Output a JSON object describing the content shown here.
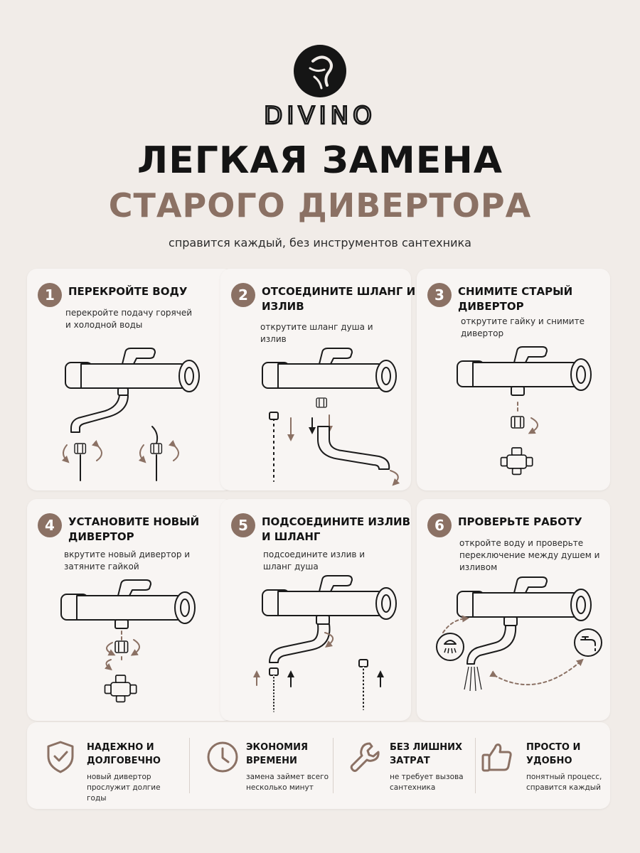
{
  "brand": {
    "name": "DIVINO"
  },
  "header": {
    "title_line1": "ЛЕГКАЯ ЗАМЕНА",
    "title_line2": "СТАРОГО ДИВЕРТОРА",
    "subtitle": "справится каждый, без инструментов сантехника"
  },
  "colors": {
    "accent": "#8b7164",
    "background": "#f1ece8",
    "card": "#f8f5f3",
    "text": "#141414"
  },
  "steps": [
    {
      "number": "1",
      "title": "ПЕРЕКРОЙТЕ ВОДУ",
      "description": "перекройте подачу горячей и холодной воды",
      "icon": "faucet-shutoff-icon"
    },
    {
      "number": "2",
      "title": "ОТСОЕДИНИТЕ ШЛАНГ И ИЗЛИВ",
      "description": "открутите шланг душа и излив",
      "icon": "faucet-disconnect-icon"
    },
    {
      "number": "3",
      "title": "СНИМИТЕ СТАРЫЙ ДИВЕРТОР",
      "description": "открутите гайку и снимите дивертор",
      "icon": "diverter-remove-icon"
    },
    {
      "number": "4",
      "title": "УСТАНОВИТЕ НОВЫЙ ДИВЕРТОР",
      "description": "вкрутите новый дивертор и затяните гайкой",
      "icon": "diverter-install-icon"
    },
    {
      "number": "5",
      "title": "ПОДСОЕДИНИТЕ ИЗЛИВ И ШЛАНГ",
      "description": "подсоедините излив и шланг душа",
      "icon": "faucet-connect-icon"
    },
    {
      "number": "6",
      "title": "ПРОВЕРЬТЕ РАБОТУ",
      "description": "откройте воду и проверьте переключение между душем и изливом",
      "icon": "faucet-check-icon"
    }
  ],
  "benefits": [
    {
      "title": "НАДЕЖНО И ДОЛГОВЕЧНО",
      "description": "новый дивертор прослужит долгие годы",
      "icon": "shield-check-icon"
    },
    {
      "title": "ЭКОНОМИЯ ВРЕМЕНИ",
      "description": "замена займет всего несколько минут",
      "icon": "clock-icon"
    },
    {
      "title": "БЕЗ ЛИШНИХ ЗАТРАТ",
      "description": "не требует вызова сантехника",
      "icon": "wrench-icon"
    },
    {
      "title": "ПРОСТО И УДОБНО",
      "description": "понятный процесс, справится каждый",
      "icon": "thumbs-up-icon"
    }
  ]
}
